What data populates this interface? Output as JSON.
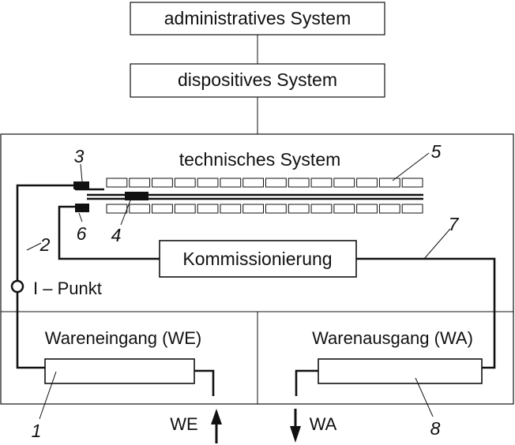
{
  "labels": {
    "administrative": "administratives System",
    "dispositive": "dispositives System",
    "technical": "technisches System",
    "picking": "Kommissionierung",
    "ipoint": "I – Punkt",
    "goods_in": "Wareneingang (WE)",
    "goods_out": "Warenausgang (WA)",
    "arrow_in": "WE",
    "arrow_out": "WA"
  },
  "numbers": {
    "n1": "1",
    "n2": "2",
    "n3": "3",
    "n4": "4",
    "n5": "5",
    "n6": "6",
    "n7": "7",
    "n8": "8"
  },
  "rack": {
    "cells_per_row": 14
  },
  "colors": {
    "ink": "#111111",
    "background": "#ffffff"
  }
}
